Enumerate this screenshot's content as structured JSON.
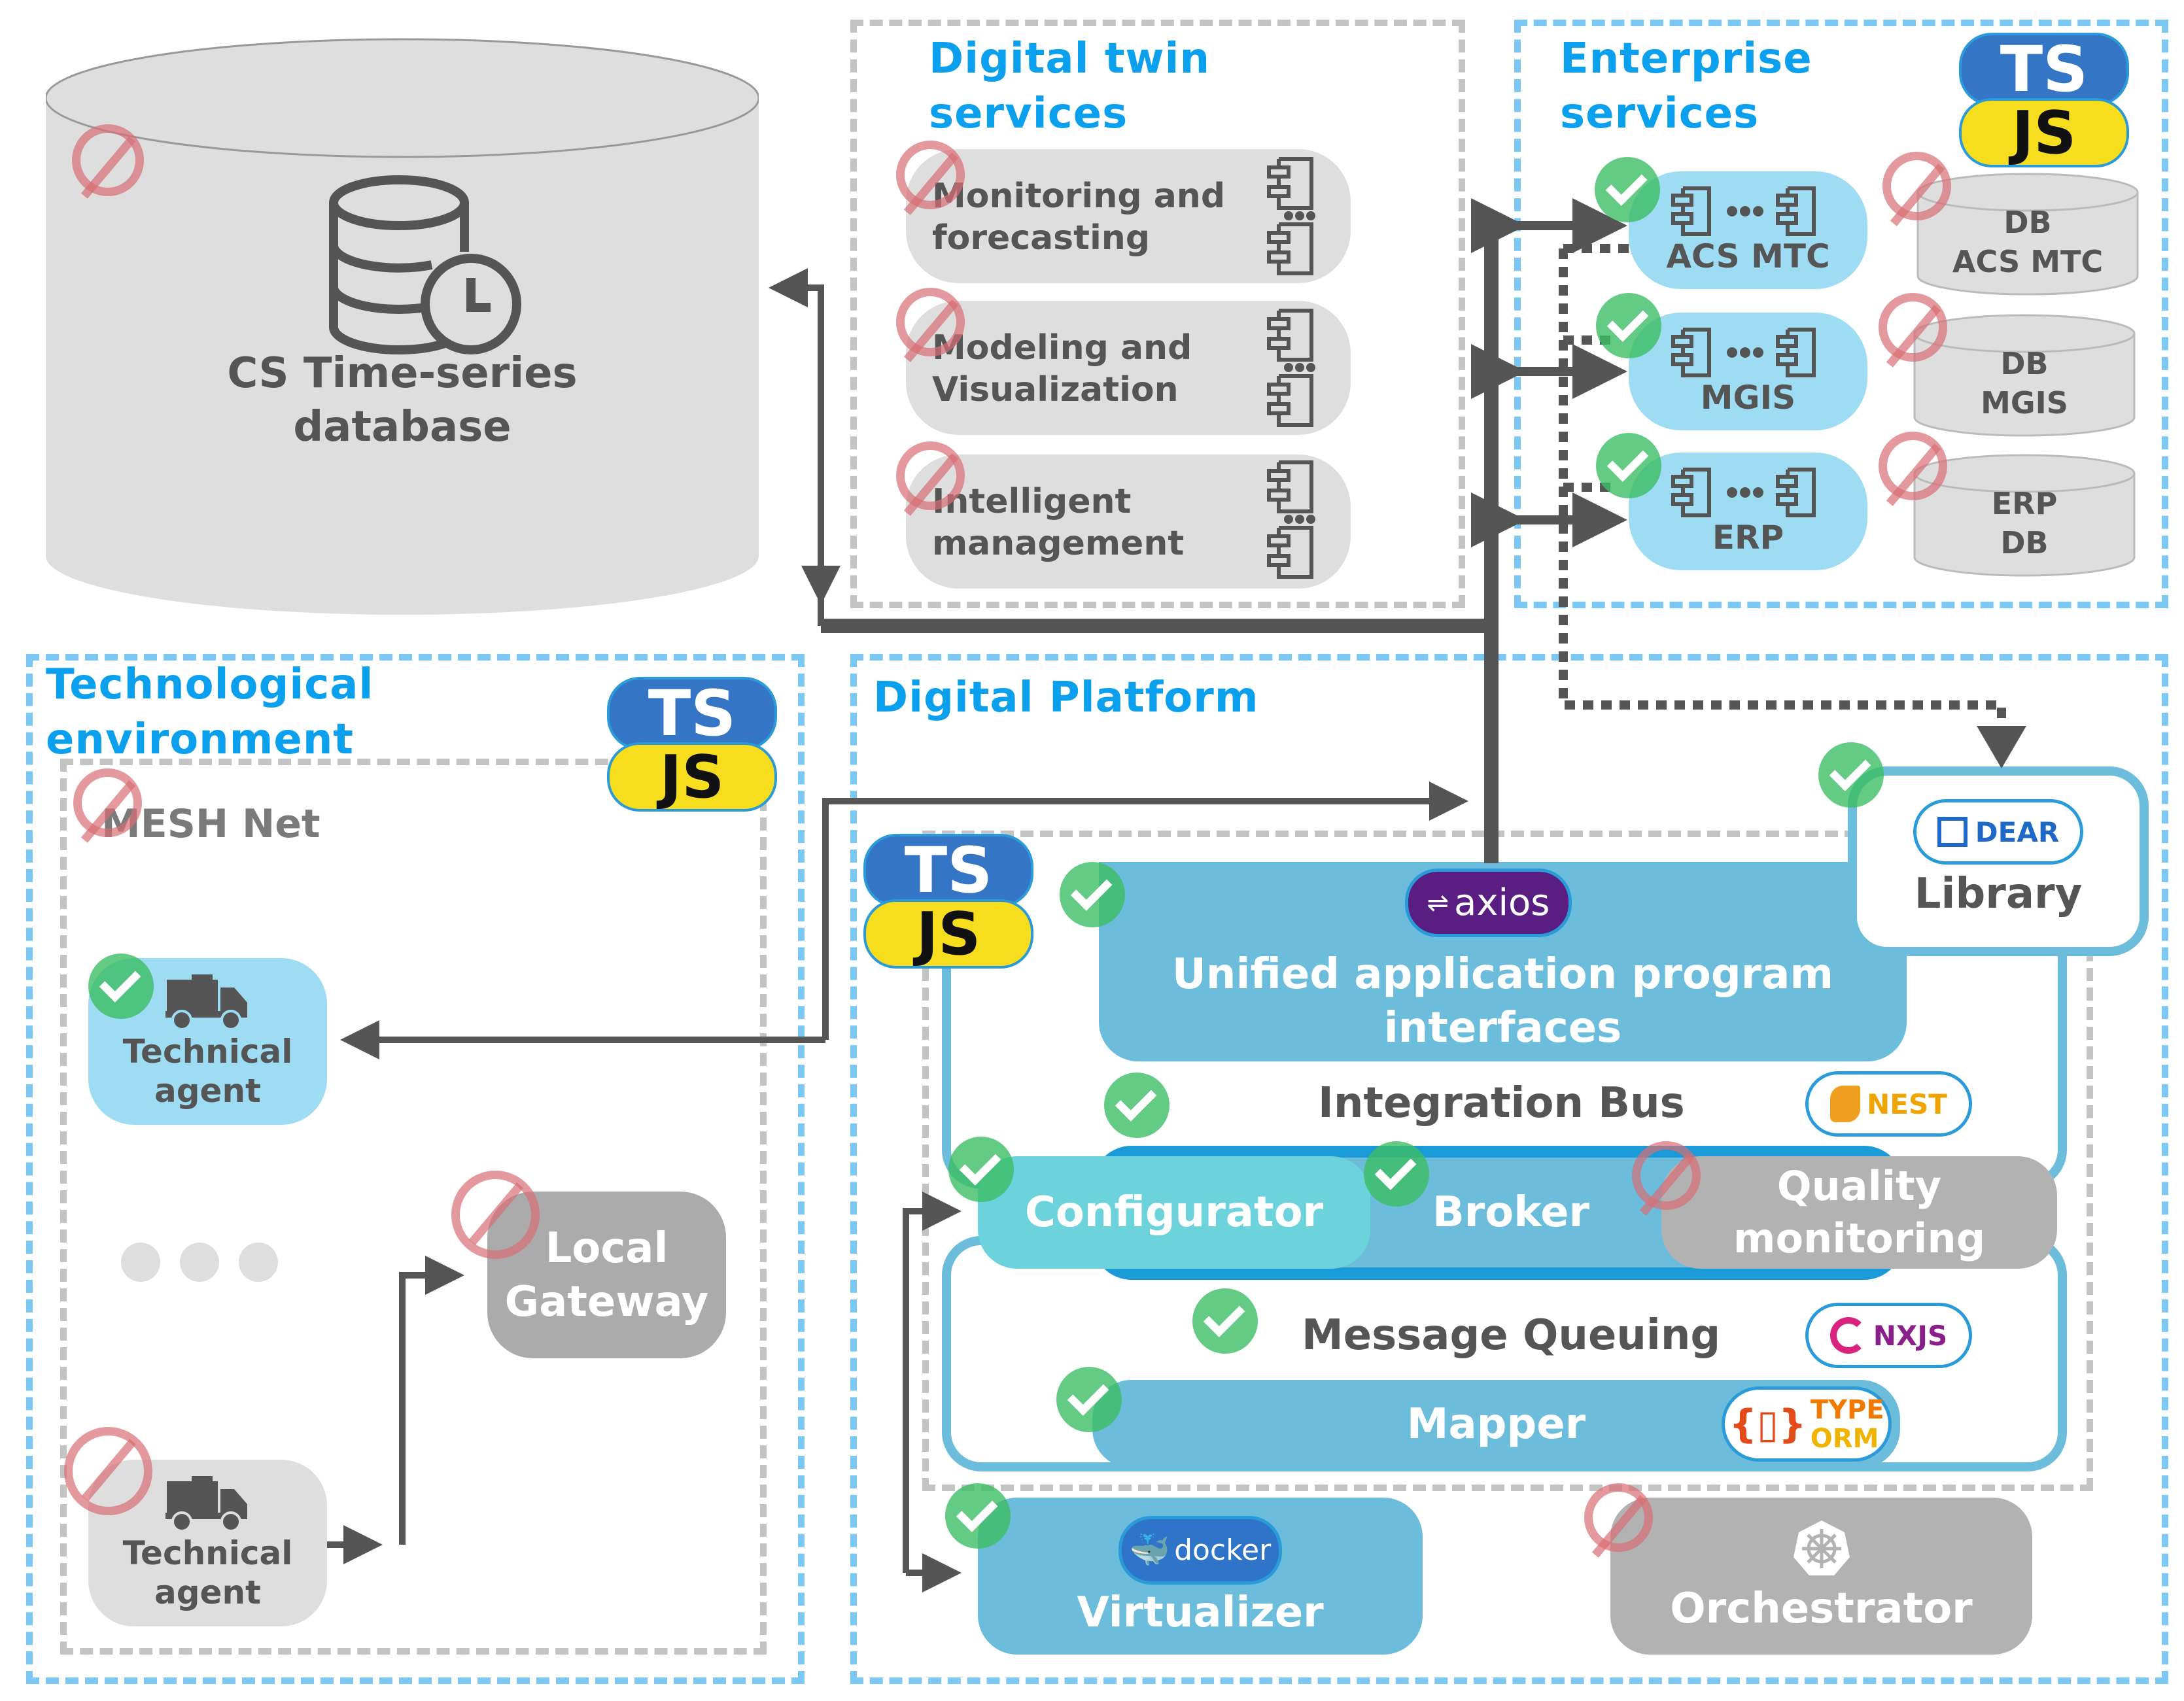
{
  "timeseries_db": {
    "label_line1": "CS Time-series",
    "label_line2": "database",
    "icon": "database-clock-icon",
    "status": "unavailable"
  },
  "digital_twin": {
    "title_line1": "Digital twin",
    "title_line2": "services",
    "services": [
      {
        "line1": "Monitoring and",
        "line2": "forecasting",
        "status": "unavailable",
        "icon": "component-icon"
      },
      {
        "line1": "Modeling and",
        "line2": "Visualization",
        "status": "unavailable",
        "icon": "component-icon"
      },
      {
        "line1": "Intelligent",
        "line2": "management",
        "status": "unavailable",
        "icon": "component-icon"
      }
    ]
  },
  "enterprise": {
    "title_line1": "Enterprise",
    "title_line2": "services",
    "badge": {
      "ts": "TS",
      "js": "JS"
    },
    "services": [
      {
        "label": "ACS MTC",
        "status": "ok",
        "db_line1": "DB",
        "db_line2": "ACS MTC",
        "db_status": "unavailable"
      },
      {
        "label": "MGIS",
        "status": "ok",
        "db_line1": "DB",
        "db_line2": "MGIS",
        "db_status": "unavailable"
      },
      {
        "label": "ERP",
        "status": "ok",
        "db_line1": "ERP",
        "db_line2": "DB",
        "db_status": "unavailable"
      }
    ]
  },
  "tech_env": {
    "title_line1": "Technological",
    "title_line2": "environment",
    "badge": {
      "ts": "TS",
      "js": "JS"
    },
    "mesh": {
      "label": "MESH Net",
      "status": "unavailable"
    },
    "agent_active": {
      "line1": "Technical",
      "line2": "agent",
      "status": "ok",
      "icon": "truck-icon"
    },
    "agent_inactive": {
      "line1": "Technical",
      "line2": "agent",
      "status": "unavailable",
      "icon": "truck-icon"
    },
    "gateway": {
      "line1": "Local",
      "line2": "Gateway",
      "status": "unavailable"
    },
    "ellipsis": "more-agents"
  },
  "platform": {
    "title": "Digital Platform",
    "badge": {
      "ts": "TS",
      "js": "JS"
    },
    "api": {
      "line1": "Unified application program",
      "line2": "interfaces",
      "logo": "axios",
      "status": "ok"
    },
    "library": {
      "label": "Library",
      "logo": "DEAR",
      "status": "ok"
    },
    "integration_bus": {
      "label": "Integration Bus",
      "logo": "NEST",
      "status": "ok"
    },
    "configurator": {
      "label": "Configurator",
      "status": "ok"
    },
    "broker": {
      "label": "Broker",
      "status": "ok"
    },
    "quality": {
      "line1": "Quality",
      "line2": "monitoring",
      "status": "unavailable"
    },
    "message_queuing": {
      "label": "Message Queuing",
      "logo": "NXJS",
      "status": "ok"
    },
    "mapper": {
      "label": "Mapper",
      "logo_line1": "TYPE",
      "logo_line2": "ORM",
      "status": "ok"
    },
    "virtualizer": {
      "label": "Virtualizer",
      "logo": "docker",
      "status": "ok"
    },
    "orchestrator": {
      "label": "Orchestrator",
      "logo": "kubernetes-helm-icon",
      "status": "unavailable"
    }
  },
  "colors": {
    "section_blue": "#0aa0ee",
    "ok_green": "#3cbe64",
    "unavailable_red": "#d76e73",
    "active_blue": "#9ddcf2",
    "platform_blue": "#6cbcdc",
    "inactive_gray": "#dedede",
    "ts_blue": "#3575c6",
    "js_yellow": "#f6dd1e",
    "axios_purple": "#5a1e82"
  }
}
